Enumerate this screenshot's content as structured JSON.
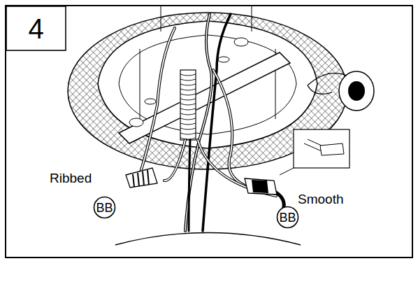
{
  "diagram": {
    "nodes": [
      {
        "text": [
          "4"
        ]
      },
      {
        "text": [
          "BB"
        ]
      },
      {
        "text": [
          "BB"
        ]
      }
    ],
    "labels": [
      "Ribbed",
      "Smooth"
    ]
  }
}
